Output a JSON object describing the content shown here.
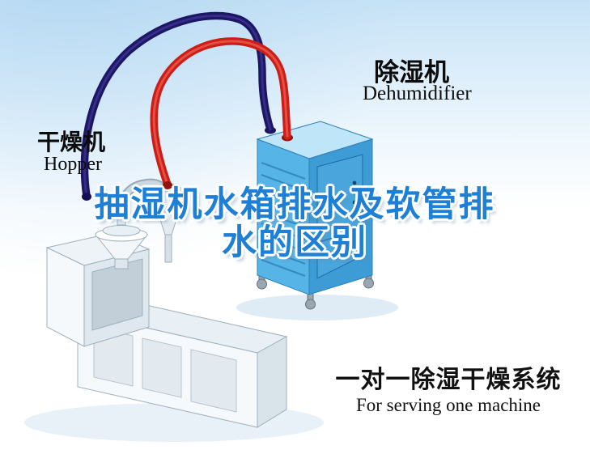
{
  "labels": {
    "hopper": {
      "cn": "干燥机",
      "en": "Hopper"
    },
    "dehumidifier": {
      "cn": "除湿机",
      "en": "Dehumidifier"
    }
  },
  "title": {
    "line1": "抽湿机水箱排水及软管排",
    "line2": "水的区别"
  },
  "footer": {
    "cn": "一对一除湿干燥系统",
    "en": "For serving one machine"
  },
  "colors": {
    "title_blue": "#1d7fd6",
    "hose_red": "#cd1d17",
    "hose_navy": "#1c1663",
    "unit_blue": "#57b4e6",
    "unit_blue_dark": "#3d9bd6",
    "sky_blue": "#c6e2f6"
  }
}
